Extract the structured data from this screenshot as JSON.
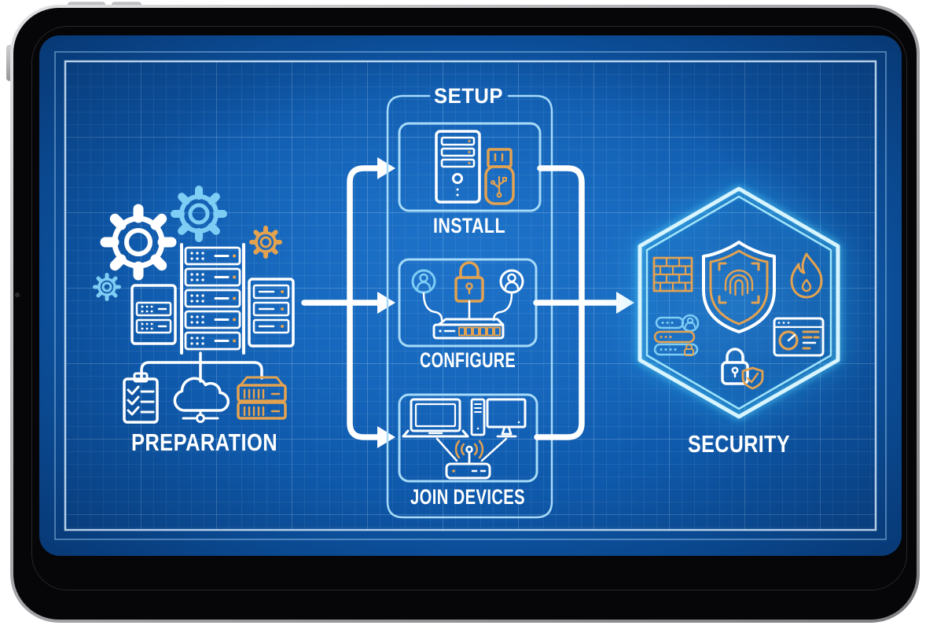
{
  "device": {
    "type": "tablet-mockup",
    "orientation": "landscape",
    "hardware": [
      "top-button-icon",
      "top-button-icon",
      "side-button-icon",
      "front-camera-icon"
    ]
  },
  "diagram": {
    "style": "blueprint",
    "preparation": {
      "label": "PREPARATION",
      "icons": [
        "gear-icon",
        "gear-icon",
        "gear-icon",
        "gear-icon",
        "server-rack-icon",
        "server-rack-icon",
        "server-rack-icon",
        "checklist-icon",
        "cloud-network-icon",
        "storage-icon"
      ]
    },
    "setup": {
      "label": "SETUP",
      "steps": [
        {
          "label": "INSTALL",
          "icons": [
            "pc-tower-icon",
            "usb-drive-icon"
          ]
        },
        {
          "label": "CONFIGURE",
          "icons": [
            "user-icon",
            "padlock-icon",
            "user-icon",
            "network-switch-icon"
          ]
        },
        {
          "label": "JOIN DEVICES",
          "icons": [
            "laptop-icon",
            "desktop-icon",
            "wifi-router-icon"
          ]
        }
      ]
    },
    "security": {
      "label": "SECURITY",
      "icons": [
        "firewall-icon",
        "fingerprint-shield-icon",
        "flame-icon",
        "password-list-icon",
        "dashboard-gauge-icon",
        "lock-check-icon"
      ]
    },
    "flow": [
      "PREPARATION",
      "SETUP",
      "SECURITY"
    ],
    "colors": {
      "screen_blue": "#1160b5",
      "accent_light_blue": "#7ecdf5",
      "box_border_blue": "#a6daf8",
      "hexagon_cyan": "#d8f5ff",
      "accent_orange": "#e3a250",
      "stroke_white": "#ffffff"
    }
  }
}
